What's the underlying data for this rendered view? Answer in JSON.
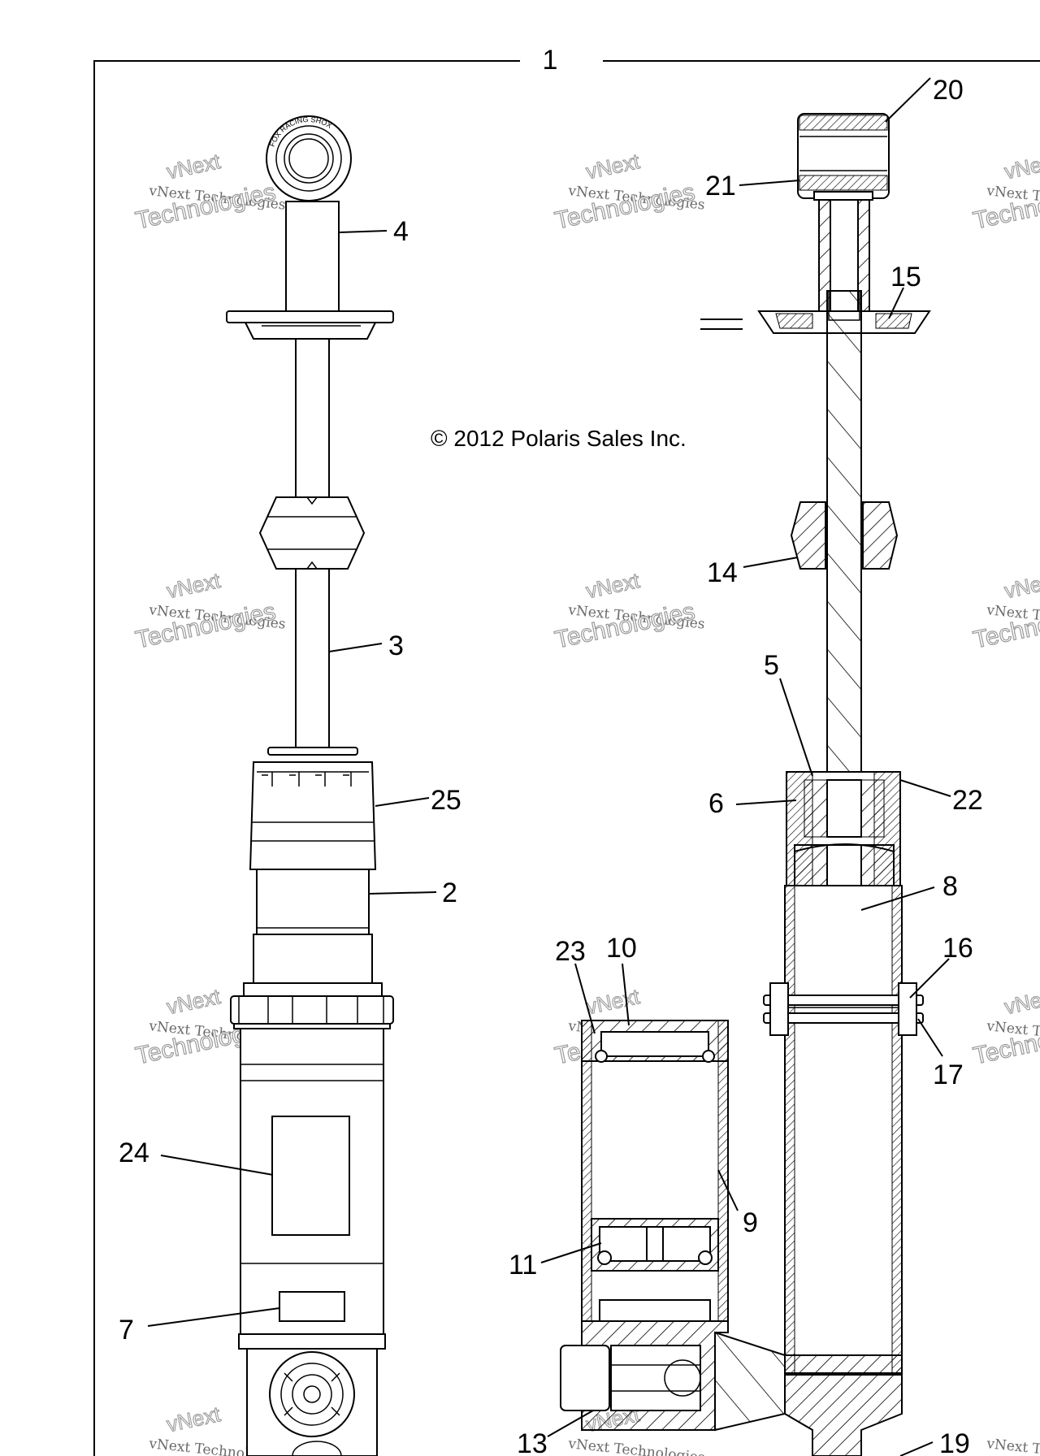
{
  "copyright": "© 2012 Polaris Sales Inc.",
  "watermark": {
    "line1": "vNext Technologies",
    "line2": "Technologies",
    "line3": "vNext"
  },
  "eye_marking": "FOX RACING SHOX",
  "callouts": {
    "c1": "1",
    "c2": "2",
    "c3": "3",
    "c4": "4",
    "c5": "5",
    "c6": "6",
    "c7": "7",
    "c8": "8",
    "c9": "9",
    "c10": "10",
    "c11": "11",
    "c13": "13",
    "c14": "14",
    "c15": "15",
    "c16": "16",
    "c17": "17",
    "c19": "19",
    "c20": "20",
    "c21": "21",
    "c22": "22",
    "c23": "23",
    "c24": "24",
    "c25": "25"
  },
  "colors": {
    "line": "#000000",
    "background": "#ffffff",
    "watermark": "#9a9a9a"
  }
}
